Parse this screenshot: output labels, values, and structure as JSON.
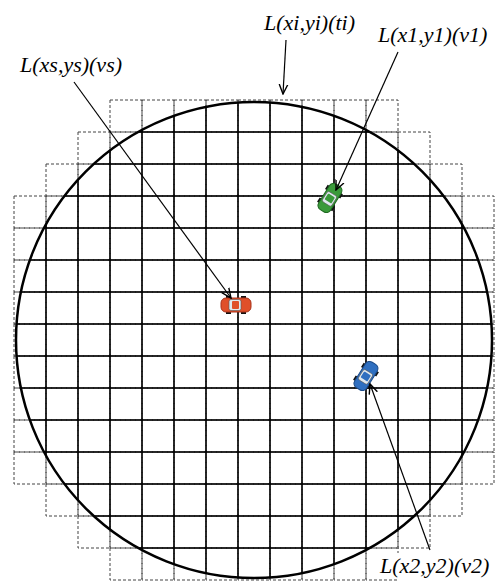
{
  "diagram": {
    "labels": [
      "L(xi,yi)(ti)",
      "L(xs,ys)(vs)",
      "L(x1,y1)(v1)",
      "L(x2,y2)(v2)"
    ]
  }
}
